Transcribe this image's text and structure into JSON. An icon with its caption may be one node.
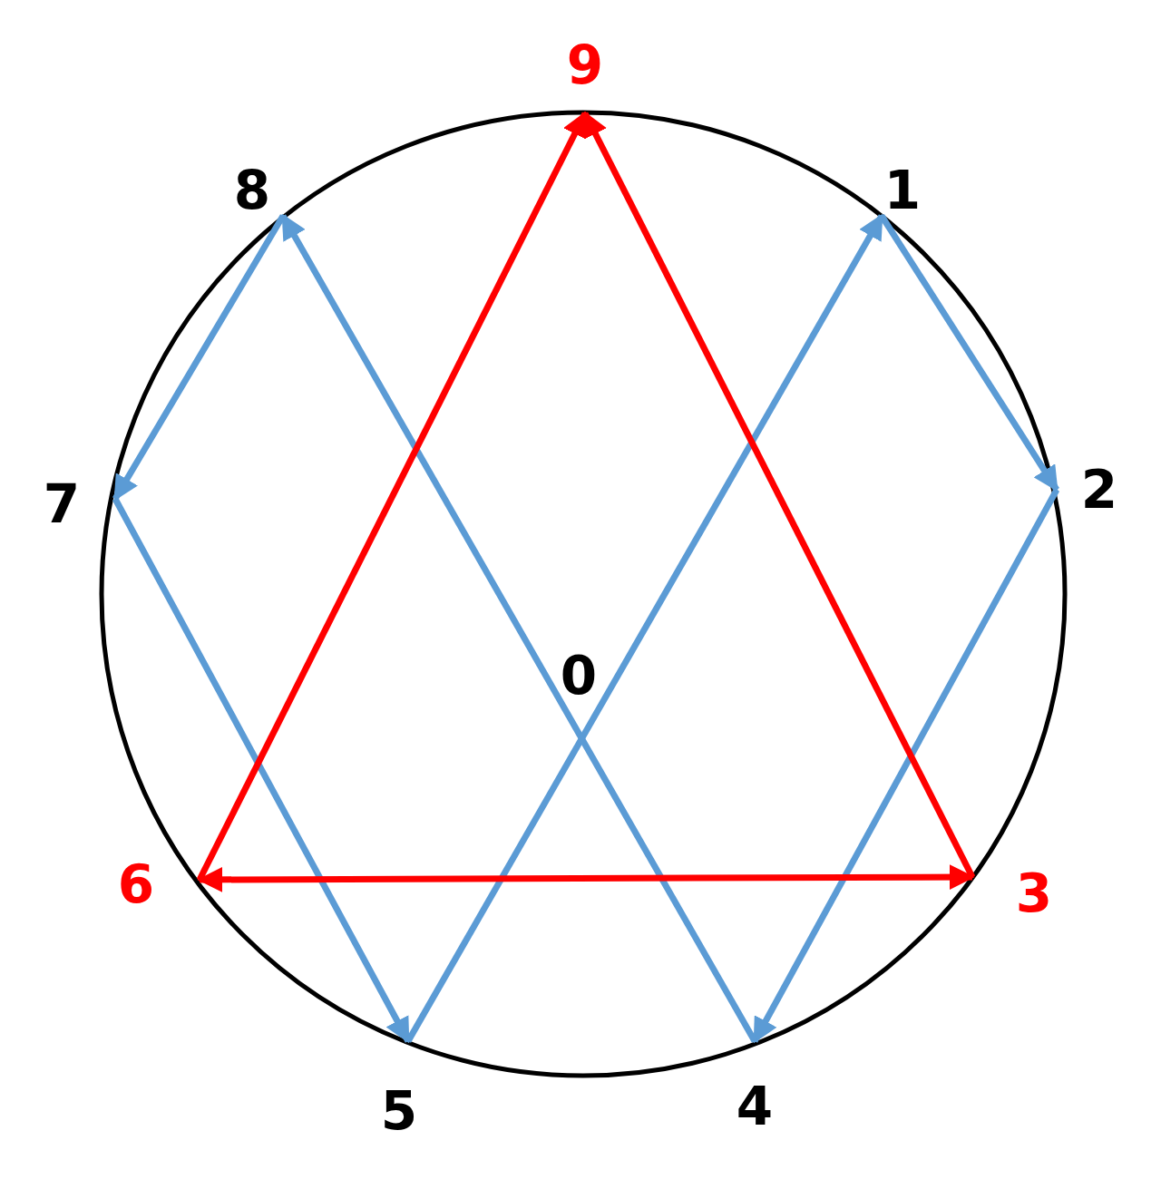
{
  "diagram": {
    "nodes": [
      {
        "text": [
          "9"
        ]
      },
      {
        "text": [
          "8"
        ]
      },
      {
        "text": [
          "1"
        ]
      },
      {
        "text": [
          "7"
        ]
      },
      {
        "text": [
          "2"
        ]
      },
      {
        "text": [
          "6"
        ]
      },
      {
        "text": [
          "3"
        ]
      },
      {
        "text": [
          "5"
        ]
      },
      {
        "text": [
          "4"
        ]
      }
    ],
    "edges": [
      {
        "from": 2,
        "to": 4,
        "arrow": "to"
      },
      {
        "from": 4,
        "to": 8,
        "arrow": "to"
      },
      {
        "from": 8,
        "to": 1,
        "arrow": "to"
      },
      {
        "from": 1,
        "to": 3,
        "arrow": "to"
      },
      {
        "from": 3,
        "to": 7,
        "arrow": "to"
      },
      {
        "from": 7,
        "to": 2,
        "arrow": "to"
      },
      {
        "from": 5,
        "to": 0,
        "arrow": "to",
        "color": "#ff0000"
      },
      {
        "from": 6,
        "to": 0,
        "arrow": "to",
        "color": "#ff0000"
      },
      {
        "from": 6,
        "to": 5,
        "arrow": "both",
        "color": "#ff0000"
      }
    ],
    "labels": [
      "0"
    ]
  }
}
